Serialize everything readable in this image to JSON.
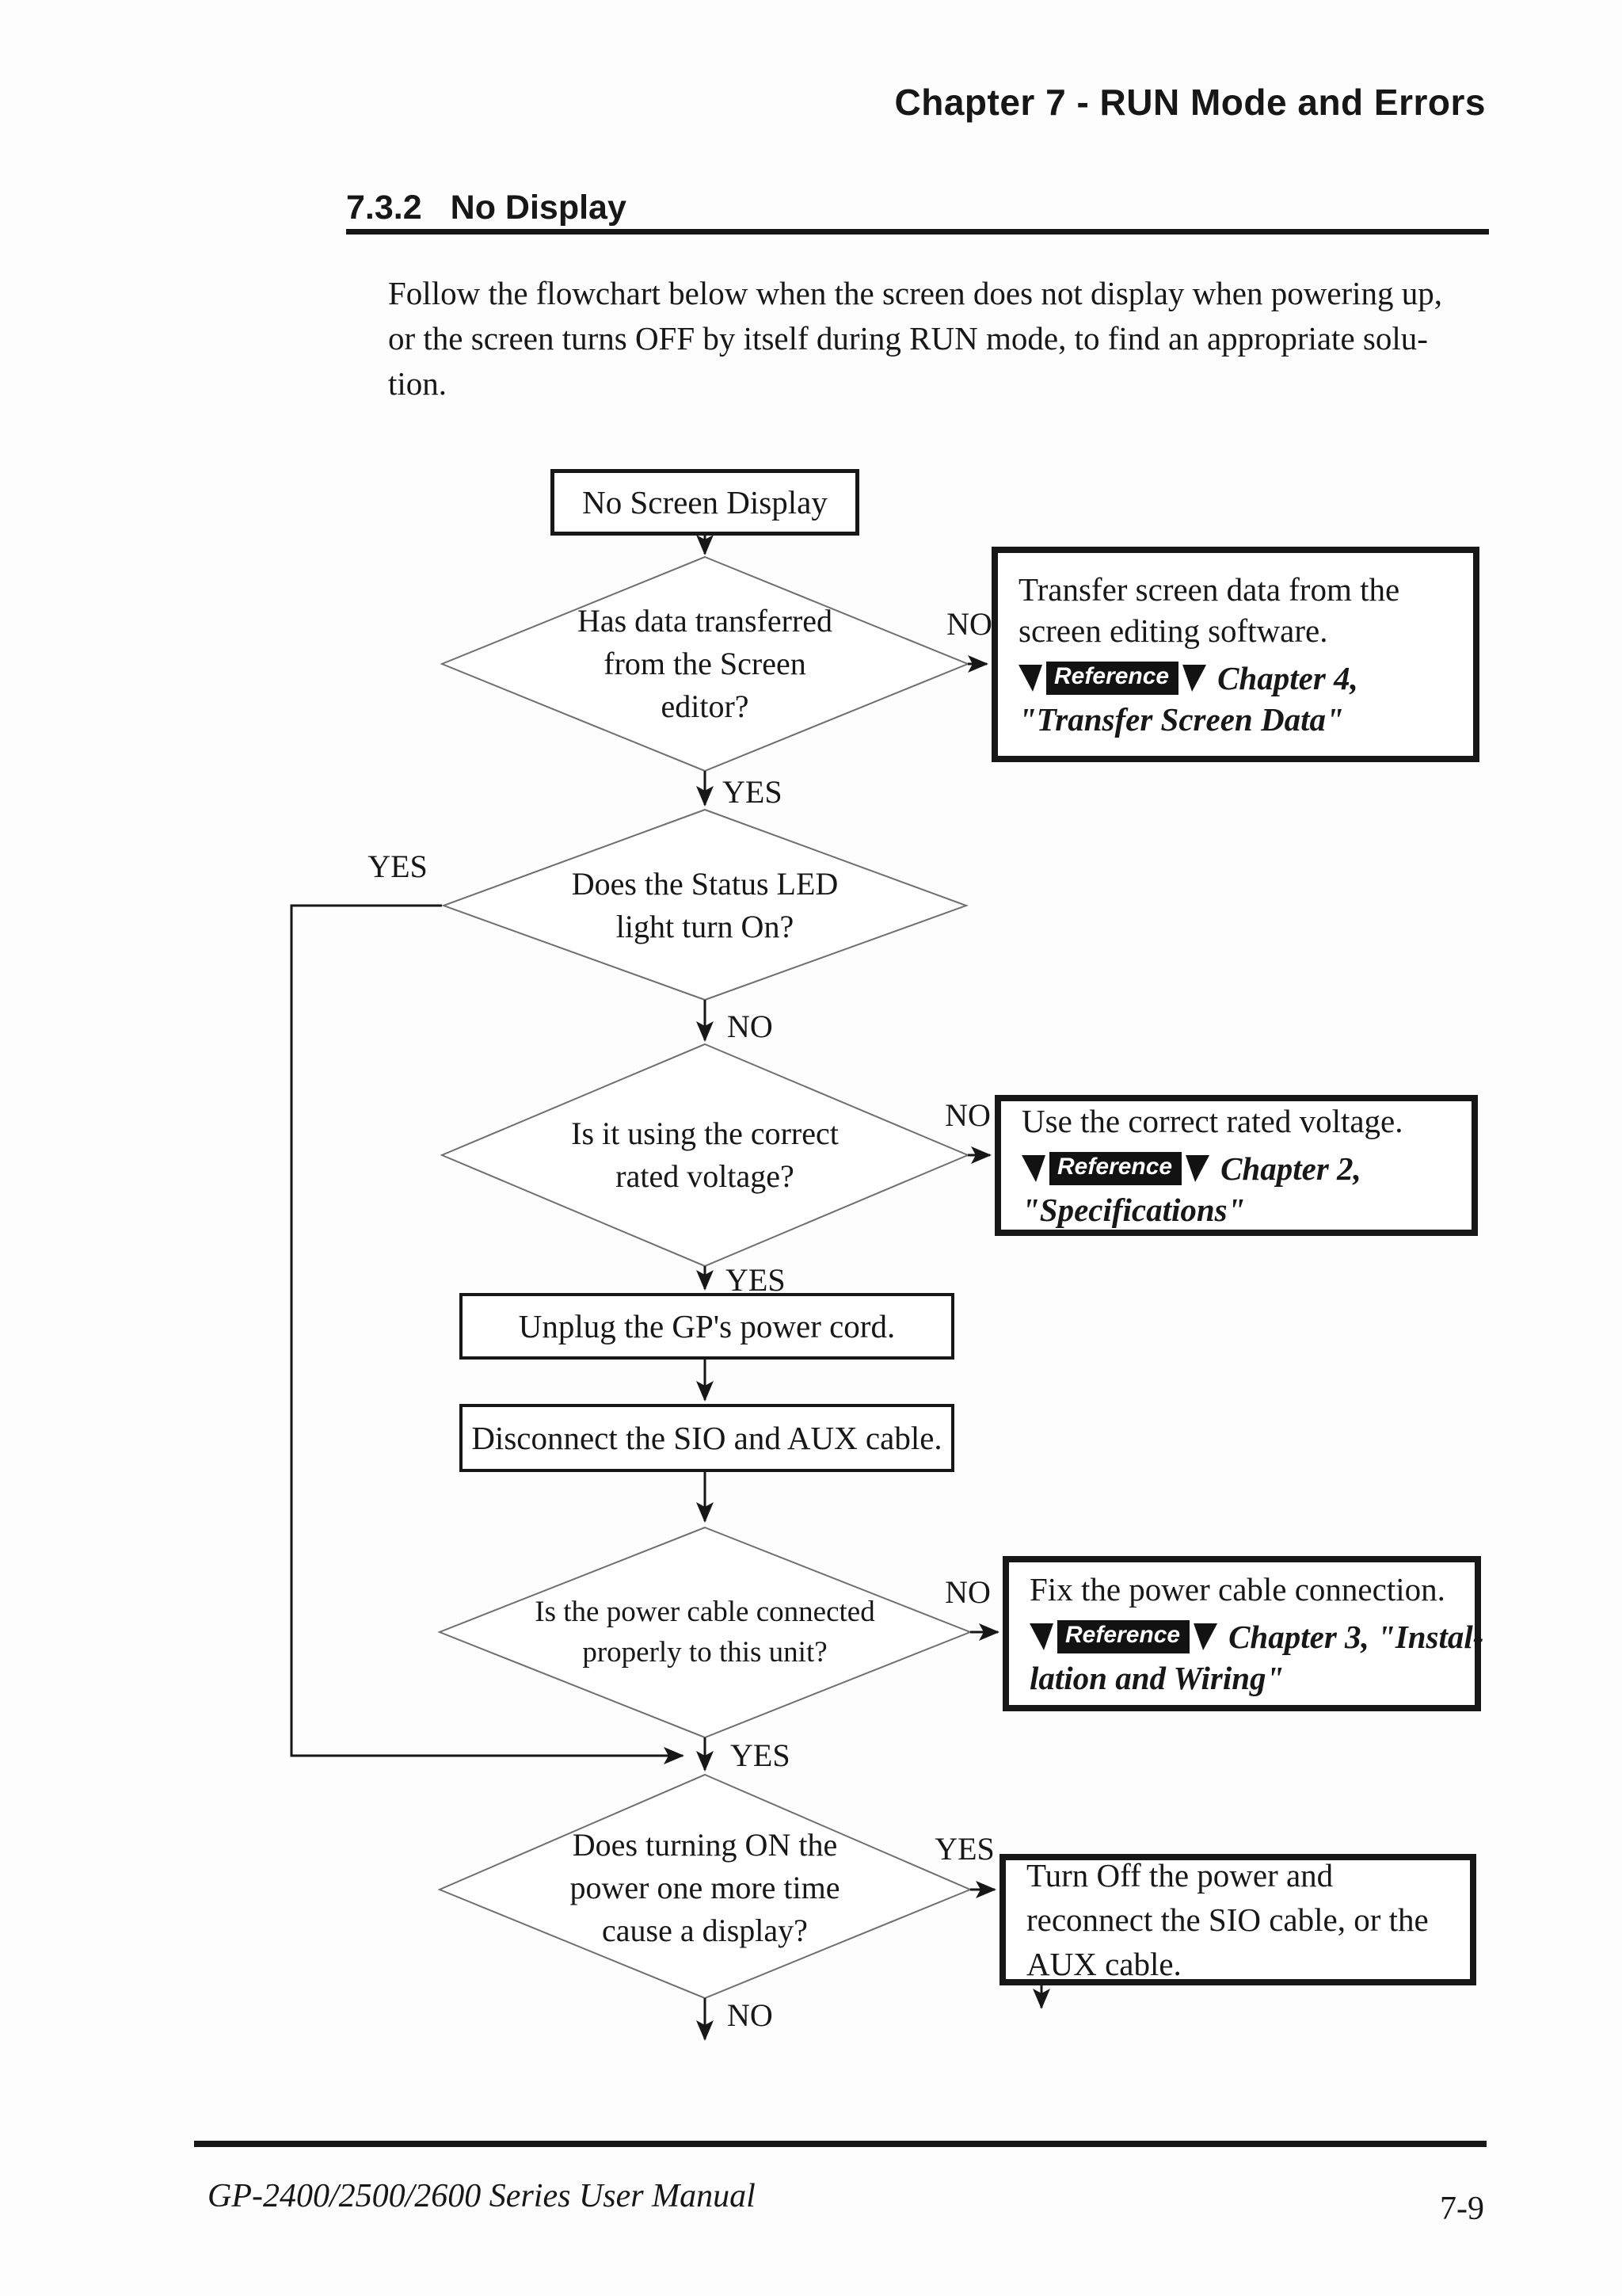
{
  "page": {
    "header": "Chapter 7 - RUN Mode and Errors",
    "section_number": "7.3.2",
    "section_title": "No Display",
    "intro_lines": [
      "Follow the flowchart below when the screen does not display when powering up,",
      "or the screen turns OFF by itself during RUN mode, to find an appropriate solu-",
      "tion."
    ],
    "footer_manual": "GP-2400/2500/2600 Series User Manual",
    "footer_page": "7-9"
  },
  "labels": {
    "yes": "YES",
    "no": "NO"
  },
  "flowchart": {
    "start_box": "No Screen Display",
    "d1_lines": [
      "Has data transferred",
      "from the Screen",
      "editor?"
    ],
    "d2_lines": [
      "Does the Status LED",
      "light turn On?"
    ],
    "d3_lines": [
      "Is it using the correct",
      "rated voltage?"
    ],
    "d4_lines": [
      "Is the power cable connected",
      "properly to this unit?"
    ],
    "d5_lines": [
      "Does turning ON the",
      "power one more time",
      "cause a display?"
    ],
    "process1": "Unplug the GP's power cord.",
    "process2": "Disconnect the SIO and AUX cable.",
    "ref1": {
      "body": "Transfer screen data from the screen editing software.",
      "badge": "Reference",
      "chapter_line1": "Chapter 4,",
      "chapter_line2": "\"Transfer Screen Data\""
    },
    "ref2": {
      "body": "Use the correct rated voltage.",
      "badge": "Reference",
      "chapter_line1": "Chapter 2,",
      "chapter_line2": "\"Specifications\""
    },
    "ref3": {
      "body": "Fix the power cable connection.",
      "badge": "Reference",
      "chapter_line1": "Chapter 3, \"Instal-",
      "chapter_line2": "lation and Wiring\""
    },
    "action_box": "Turn Off the power and reconnect the SIO cable, or the AUX cable."
  }
}
